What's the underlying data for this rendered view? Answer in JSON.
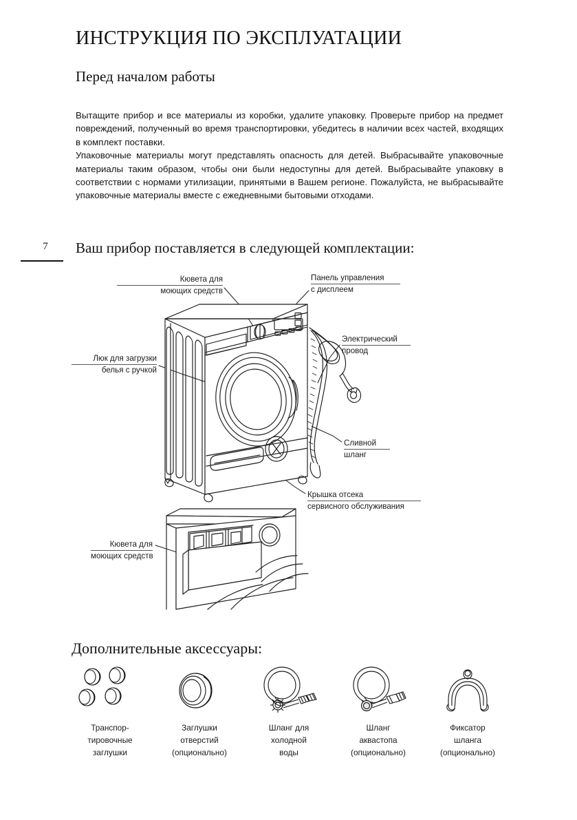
{
  "document": {
    "title": "ИНСТРУКЦИЯ ПО ЭКСПЛУАТАЦИИ",
    "subtitle": "Перед началом работы",
    "page_number": "7"
  },
  "intro": {
    "paragraph1": "Вытащите прибор  и все материалы из коробки, удалите упаковку. Проверьте прибор на предмет повреждений, полученный во время транспортировки, убедитесь в наличии всех частей, входящих в комплект поставки.",
    "paragraph2": "Упаковочные  материалы  могут  представлять  опасность  для  детей.  Выбрасывайте упаковочные  материалы  таким  образом,  чтобы  они  были  недоступны  для  детей. Выбрасывайте упаковку в соответствии с нормами утилизации, принятыми в Вашем регионе.  Пожалуйста, не выбрасывайте упаковочные материалы вместе с ежедневными бытовыми отходами."
  },
  "contents": {
    "heading": "Ваш прибор поставляется в следующей комплектации:",
    "callouts": {
      "detergent_drawer": {
        "line1": "Кювета для",
        "line2": "моющих средств"
      },
      "control_panel": {
        "line1": "Панель управления",
        "line2": "с дисплеем"
      },
      "power_cord": {
        "line1": "Электрический",
        "line2": "провод"
      },
      "door": {
        "line1": "Люк для загрузки",
        "line2": "белья с ручкой"
      },
      "drain_hose": {
        "line1": "Сливной",
        "line2": "шланг"
      },
      "service_hatch": {
        "line1": "Крышка отсека",
        "line2": "сервисного обслуживания"
      },
      "detergent_drawer_detail": {
        "line1": "Кювета для",
        "line2": "моющих средств"
      }
    }
  },
  "accessories": {
    "heading": "Дополнительные аксессуары:",
    "items": [
      {
        "icon": "transport-bolt-caps-icon",
        "caption": [
          "Транспор-",
          "тировочные",
          "заглушки"
        ]
      },
      {
        "icon": "hole-plug-icon",
        "caption": [
          "Заглушки",
          "отверстий",
          "(опционально)"
        ]
      },
      {
        "icon": "cold-water-hose-icon",
        "caption": [
          "Шланг для",
          "холодной",
          "воды"
        ]
      },
      {
        "icon": "aquastop-hose-icon",
        "caption": [
          "Шланг",
          "аквастопа",
          "(опционально)"
        ]
      },
      {
        "icon": "hose-holder-icon",
        "caption": [
          "Фиксатор",
          "шланга",
          "(опционально)"
        ]
      }
    ]
  },
  "style": {
    "ink": "#1a1a1a",
    "line": "#333333",
    "paper": "#ffffff"
  }
}
